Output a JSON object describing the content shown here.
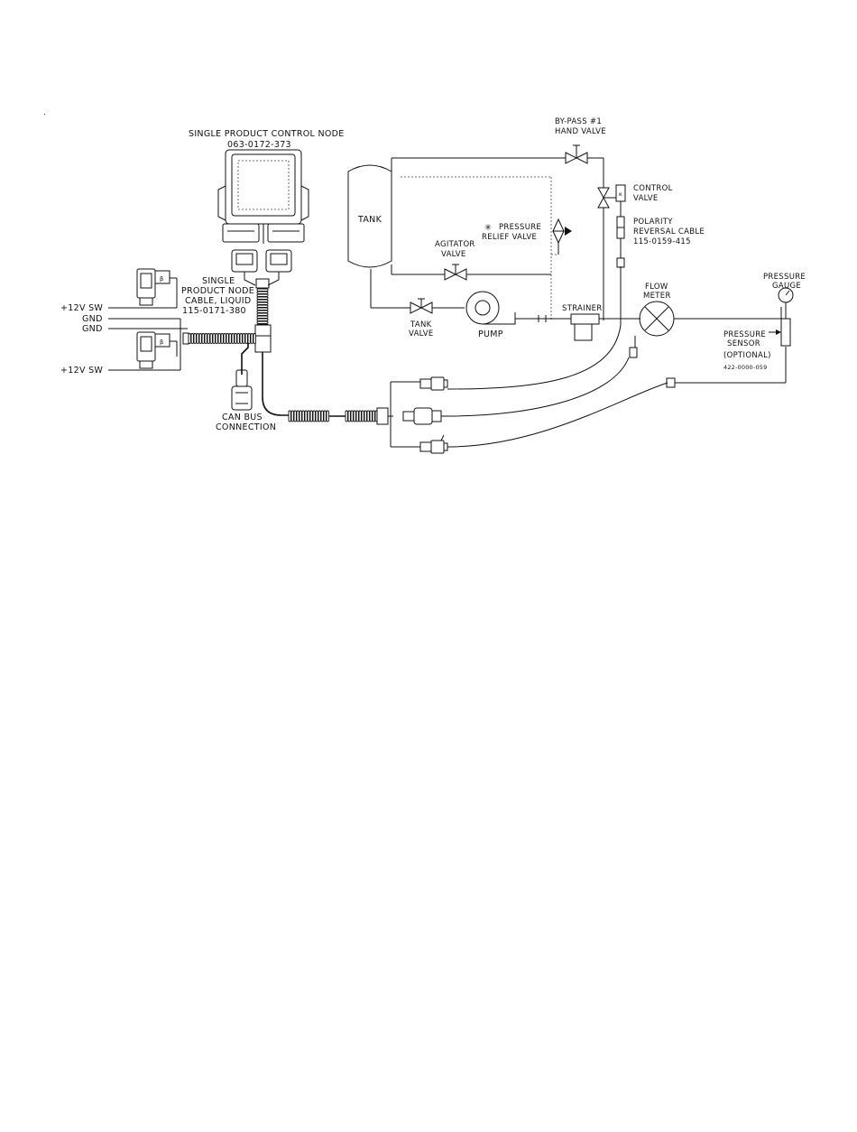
{
  "labels": {
    "control_node_title": "SINGLE PRODUCT CONTROL NODE",
    "control_node_part": "063-0172-373",
    "node_cable_1": "SINGLE",
    "node_cable_2": "PRODUCT NODE",
    "node_cable_3": "CABLE, LIQUID",
    "node_cable_part": "115-0171-380",
    "power_1": "+12V SW",
    "gnd_1": "GND",
    "gnd_2": "GND",
    "power_2": "+12V SW",
    "can_bus_1": "CAN BUS",
    "can_bus_2": "CONNECTION",
    "tank": "TANK",
    "tank_valve_1": "TANK",
    "tank_valve_2": "VALVE",
    "pump": "PUMP",
    "agitator_1": "AGITATOR",
    "agitator_2": "VALVE",
    "relief_1": "PRESSURE",
    "relief_2": "RELIEF VALVE",
    "relief_mark": "✳",
    "bypass_1": "BY-PASS #1",
    "bypass_2": "HAND VALVE",
    "control_valve_1": "CONTROL",
    "control_valve_2": "VALVE",
    "polarity_1": "POLARITY",
    "polarity_2": "REVERSAL CABLE",
    "polarity_part": "115-0159-415",
    "strainer": "STRAINER",
    "flow_meter_1": "FLOW",
    "flow_meter_2": "METER",
    "gauge_1": "PRESSURE",
    "gauge_2": "GAUGE",
    "sensor_1": "PRESSURE",
    "sensor_2": "SENSOR",
    "sensor_3": "(OPTIONAL)",
    "sensor_part": "422-0000-059",
    "stray_dot": "."
  }
}
